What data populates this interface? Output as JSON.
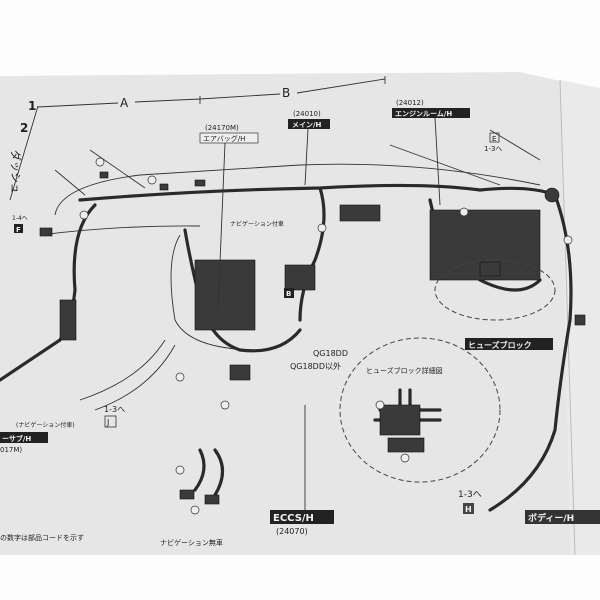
{
  "page": {
    "section_marks": [
      "1",
      "2"
    ],
    "section_title": "ダッシュ",
    "zone_labels": [
      "A",
      "B"
    ],
    "legend_note": "の数字は部品コードを示す"
  },
  "harness_labels": {
    "airbag": {
      "code": "(24170M)",
      "name": "エアバッグ/H"
    },
    "main": {
      "code": "(24010)",
      "name": "メイン/H"
    },
    "engine_room": {
      "code": "(24012)",
      "name": "エンジンルーム/H"
    },
    "sub": {
      "note": "(ナビゲーション付車)",
      "name": "ーサブ/H",
      "code": "017M)"
    },
    "eccs": {
      "name": "ECCS/H",
      "code": "(24070)"
    },
    "body": {
      "name": "ボディー/H"
    }
  },
  "references": {
    "e": {
      "box": "E",
      "to": "1-3へ"
    },
    "f": {
      "box": "F",
      "to": "1-4へ"
    },
    "j": {
      "box": "J",
      "to": "1-3へ"
    },
    "h": {
      "box": "H",
      "to": "1-3へ"
    },
    "b": {
      "box": "B"
    }
  },
  "annotations": {
    "nav_equipped": "ナビゲーション付車",
    "qg18dd": "QG18DD",
    "qg18dd_other": "QG18DD以外",
    "fuse_block": "ヒューズブロック",
    "fuse_block_detail": "ヒューズブロック詳細図",
    "nav_not_equipped": "ナビゲーション無車"
  }
}
